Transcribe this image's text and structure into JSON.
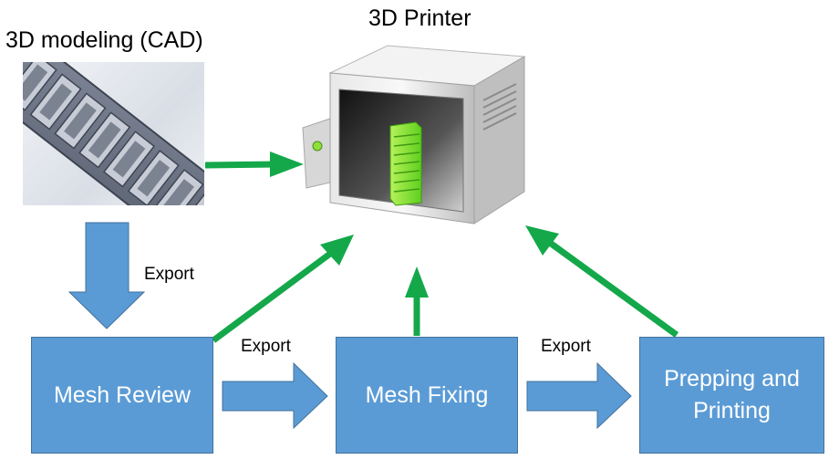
{
  "titles": {
    "cad": "3D modeling (CAD)",
    "printer": "3D Printer"
  },
  "steps": [
    {
      "label": "Mesh Review"
    },
    {
      "label": "Mesh Fixing"
    },
    {
      "label": "Prepping and\nPrinting"
    }
  ],
  "edges": [
    {
      "from": "3D modeling (CAD)",
      "to": "Mesh Review",
      "label": "Export"
    },
    {
      "from": "Mesh Review",
      "to": "Mesh Fixing",
      "label": "Export"
    },
    {
      "from": "Mesh Fixing",
      "to": "Prepping and Printing",
      "label": "Export"
    },
    {
      "from": "3D modeling (CAD)",
      "to": "3D Printer"
    },
    {
      "from": "Mesh Review",
      "to": "3D Printer"
    },
    {
      "from": "Mesh Fixing",
      "to": "3D Printer"
    },
    {
      "from": "Prepping and Printing",
      "to": "3D Printer"
    }
  ],
  "colors": {
    "box_fill": "#5b9bd5",
    "box_border": "#41719c",
    "export_arrow": "#5b9bd5",
    "printer_arrow": "#14a84a",
    "printed_part": "#8ee03a"
  },
  "icons": {
    "cad": "cad-model-image",
    "printer": "3d-printer-icon"
  }
}
